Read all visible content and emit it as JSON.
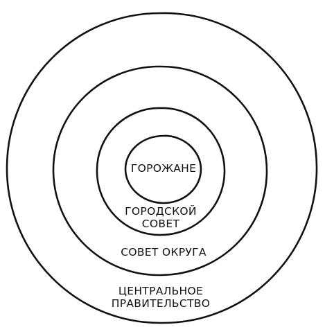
{
  "diagram": {
    "stroke_color": "#111111",
    "levels": [
      {
        "id": "citizens",
        "lines": [
          "ГОРОЖАНЕ"
        ]
      },
      {
        "id": "city-council",
        "lines": [
          "ГОРОДСКОЙ",
          "СОВЕТ"
        ]
      },
      {
        "id": "district-council",
        "lines": [
          "СОВЕТ ОКРУГА"
        ]
      },
      {
        "id": "central-government",
        "lines": [
          "ЦЕНТРАЛЬНОЕ",
          "ПРАВИТЕЛЬСТВО"
        ]
      }
    ]
  }
}
